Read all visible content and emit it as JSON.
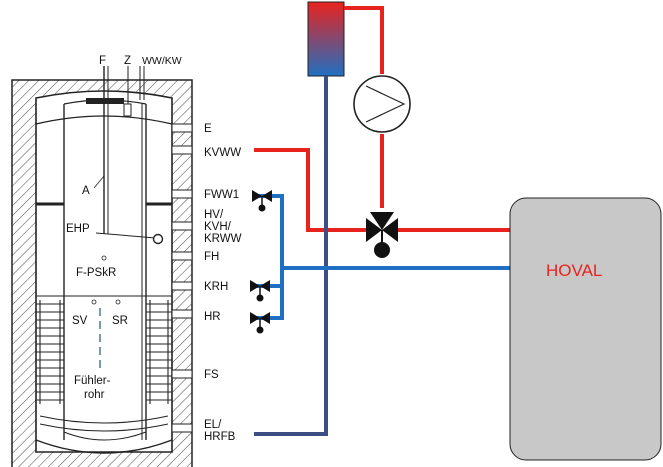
{
  "labels": {
    "f": "F",
    "z": "Z",
    "ww_kw": "WW/KW",
    "e": "E",
    "kvww": "KVWW",
    "fww1": "FWW1",
    "hv_1": "HV/",
    "hv_2": "KVH/",
    "hv_3": "KRWW",
    "fh": "FH",
    "krh": "KRH",
    "hr": "HR",
    "fs": "FS",
    "el_1": "EL/",
    "el_2": "HRFB",
    "a": "A",
    "ehp": "EHP",
    "fpskr": "F-PSkR",
    "sv": "SV",
    "sr": "SR",
    "fuehler_1": "Fühler-",
    "fuehler_2": "rohr",
    "boiler": "HOVAL"
  },
  "colors": {
    "hot_pipe": "#e8231e",
    "cold_pipe": "#3b4f82",
    "circuit_pipe": "#1f6fc2",
    "boiler_fill": "#c8c8c8",
    "boiler_text": "#e8231e",
    "hatch": "#555555"
  },
  "icons": {
    "mixing_valve": "three-way-valve-icon",
    "pump": "circulation-pump-icon",
    "valves": "shutoff-valve-icon"
  }
}
